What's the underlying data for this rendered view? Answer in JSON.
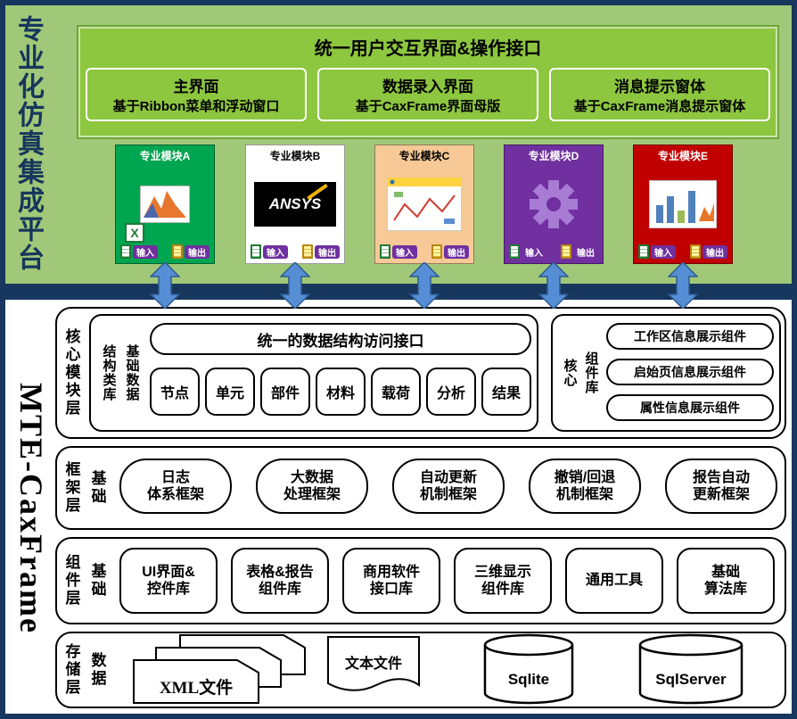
{
  "platform_title": "专业化仿真集成平台",
  "framework_title": "MTE-CaxFrame",
  "colors": {
    "frame_navy": "#17375E",
    "panel_green": "#A1C878",
    "header_green": "#8DC63F",
    "arrow_blue": "#558ED5",
    "module_a_green": "#00A550",
    "module_c_orange": "#F6C996",
    "module_d_purple": "#7030A0",
    "module_e_red": "#C00000",
    "io_chip_purple": "#7030A0"
  },
  "unified_ui": {
    "title": "统一用户交互界面&操作接口",
    "panels": [
      {
        "line1": "主界面",
        "line2": "基于Ribbon菜单和浮动窗口"
      },
      {
        "line1": "数据录入界面",
        "line2": "基于CaxFrame界面母版"
      },
      {
        "line1": "消息提示窗体",
        "line2": "基于CaxFrame消息提示窗体"
      }
    ]
  },
  "modules": [
    {
      "label": "专业模块A",
      "logo": "matlab-excel"
    },
    {
      "label": "专业模块B",
      "logo": "ansys",
      "logo_text": "ANSYS"
    },
    {
      "label": "专业模块C",
      "logo": "workbench-window"
    },
    {
      "label": "专业模块D",
      "logo": "gear"
    },
    {
      "label": "专业模块E",
      "logo": "chart"
    }
  ],
  "io": {
    "input": "输入",
    "output": "输出"
  },
  "core_layer": {
    "label": "核心模块层",
    "data_panel": {
      "labels": [
        "结构类库",
        "基础数据"
      ],
      "interface": "统一的数据结构访问接口",
      "items": [
        "节点",
        "单元",
        "部件",
        "材料",
        "载荷",
        "分析",
        "结果"
      ]
    },
    "component_panel": {
      "labels": [
        "核心",
        "组件库"
      ],
      "items": [
        "工作区信息展示组件",
        "启始页信息展示组件",
        "属性信息展示组件"
      ]
    }
  },
  "framework_layer": {
    "label": "框架层",
    "sub": "基础",
    "items": [
      [
        "日志",
        "体系框架"
      ],
      [
        "大数据",
        "处理框架"
      ],
      [
        "自动更新",
        "机制框架"
      ],
      [
        "撤销/回退",
        "机制框架"
      ],
      [
        "报告自动",
        "更新框架"
      ]
    ]
  },
  "component_layer": {
    "label": "组件层",
    "sub": "基础",
    "items": [
      [
        "UI界面&",
        "控件库"
      ],
      [
        "表格&报告",
        "组件库"
      ],
      [
        "商用软件",
        "接口库"
      ],
      [
        "三维显示",
        "组件库"
      ],
      [
        "通用工具",
        ""
      ],
      [
        "基础",
        "算法库"
      ]
    ]
  },
  "storage_layer": {
    "label": "存储层",
    "sub": "数据",
    "items": [
      "XML文件",
      "文本文件",
      "Sqlite",
      "SqlServer"
    ]
  }
}
